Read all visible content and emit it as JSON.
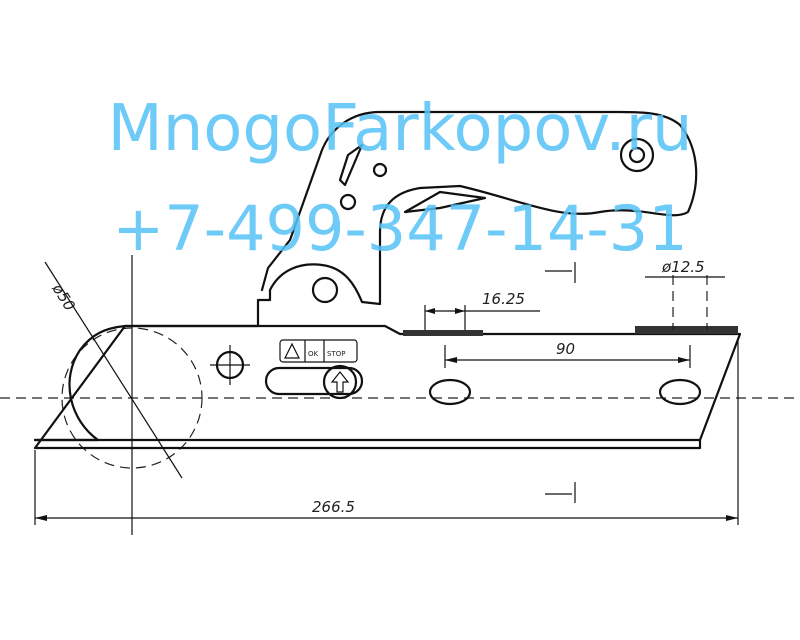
{
  "watermark": {
    "site": "MnogoFarkopov.ru",
    "phone": "+7-499-347-14-31",
    "color": "#55c3f7"
  },
  "dimensions": {
    "ball_diameter": "ø50",
    "hole_diameter": "ø12.5",
    "offset": "16.25",
    "hole_spacing": "90",
    "overall_length": "266.5"
  },
  "indicator": {
    "ok": "OK",
    "stop": "STOP"
  }
}
